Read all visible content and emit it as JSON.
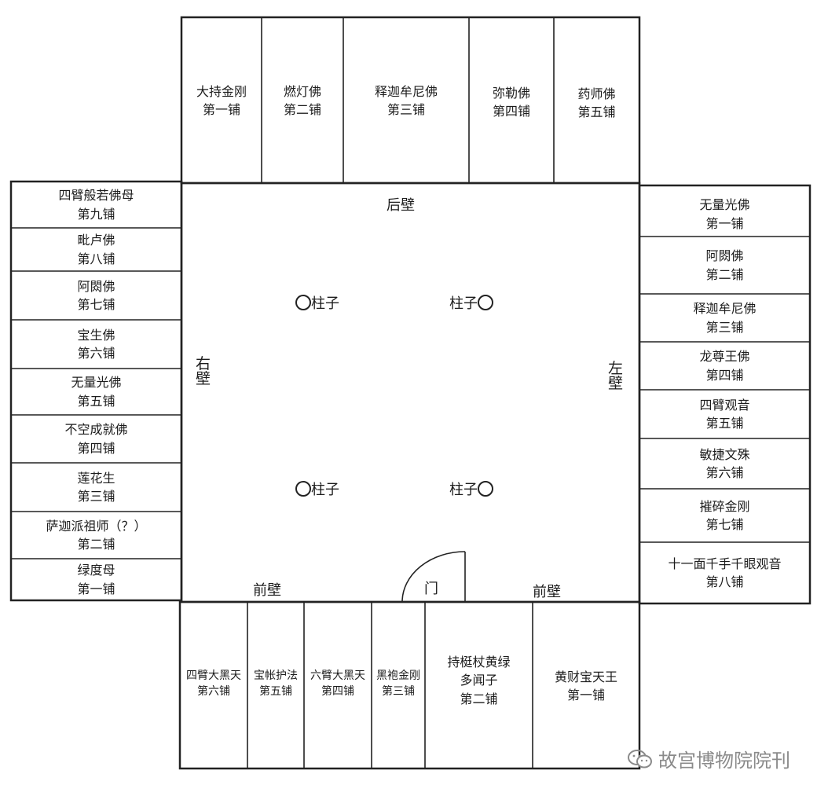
{
  "back_wall_label": "后壁",
  "right_wall_label": "右壁",
  "left_wall_label": "左壁",
  "front_wall_label_left": "前壁",
  "front_wall_label_right": "前壁",
  "door_label": "门",
  "pillar_label": "柱子",
  "watermark": "故宫博物院院刊",
  "panels": {
    "back": [
      [
        "大持金刚",
        "第一铺"
      ],
      [
        "燃灯佛",
        "第二铺"
      ],
      [
        "释迦牟尼佛",
        "第三铺"
      ],
      [
        "弥勒佛",
        "第四铺"
      ],
      [
        "药师佛",
        "第五铺"
      ]
    ],
    "right": [
      [
        "四臂般若佛母",
        "第九铺"
      ],
      [
        "毗卢佛",
        "第八铺"
      ],
      [
        "阿閦佛",
        "第七铺"
      ],
      [
        "宝生佛",
        "第六铺"
      ],
      [
        "无量光佛",
        "第五铺"
      ],
      [
        "不空成就佛",
        "第四铺"
      ],
      [
        "莲花生",
        "第三铺"
      ],
      [
        "萨迦派祖师（？）",
        "第二铺"
      ],
      [
        "绿度母",
        "第一铺"
      ]
    ],
    "left": [
      [
        "无量光佛",
        "第一铺"
      ],
      [
        "阿閦佛",
        "第二铺"
      ],
      [
        "释迦牟尼佛",
        "第三铺"
      ],
      [
        "龙尊王佛",
        "第四铺"
      ],
      [
        "四臂观音",
        "第五铺"
      ],
      [
        "敏捷文殊",
        "第六铺"
      ],
      [
        "摧碎金刚",
        "第七铺"
      ],
      [
        "十一面千手千眼观音",
        "第八铺"
      ]
    ],
    "front": [
      [
        "四臂大黑天",
        "第六铺"
      ],
      [
        "宝帐护法",
        "第五铺"
      ],
      [
        "六臂大黑天",
        "第四铺"
      ],
      [
        "黑袍金刚",
        "第三铺"
      ],
      [
        "持梃杖黄绿",
        "多闻子",
        "第二铺"
      ],
      [
        "黄财宝天王",
        "第一铺"
      ]
    ]
  }
}
